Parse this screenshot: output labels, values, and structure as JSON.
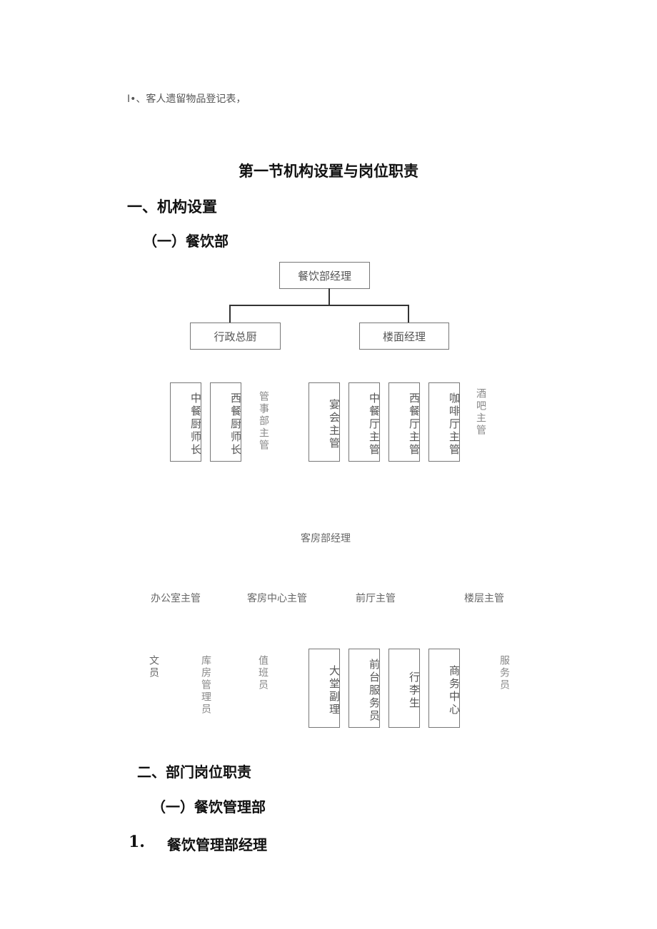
{
  "note": "I•、客人遗留物品登记表，",
  "section_title": "第一节机构设置与岗位职责",
  "heading1": "一、机构设置",
  "subheading1": "（一）餐饮部",
  "fnb_chart": {
    "root": "餐饮部经理",
    "level2": [
      "行政总厨",
      "楼面经理"
    ],
    "kitchen_boxes": [
      "中餐厨师长",
      "西餐厨师长"
    ],
    "kitchen_text": "管事部主管",
    "floor_boxes": [
      "宴会主管",
      "中餐厅主管",
      "西餐厅主管",
      "咖啡厅主管"
    ],
    "floor_text": "酒吧主管"
  },
  "rooms_chart": {
    "root": "客房部经理",
    "level2": [
      "办公室主管",
      "客房中心主管",
      "前厅主管",
      "楼层主管"
    ],
    "office_text": [
      "文员",
      "库房管理员",
      "值班员"
    ],
    "front_boxes": [
      "大堂副理",
      "前台服务员",
      "行李生",
      "商务中心"
    ],
    "floor_text": "服务员"
  },
  "heading2": "二、部门岗位职责",
  "subheading2": "（一）餐饮管理部",
  "item1_number": "1.",
  "item1_title": "餐饮管理部经理"
}
